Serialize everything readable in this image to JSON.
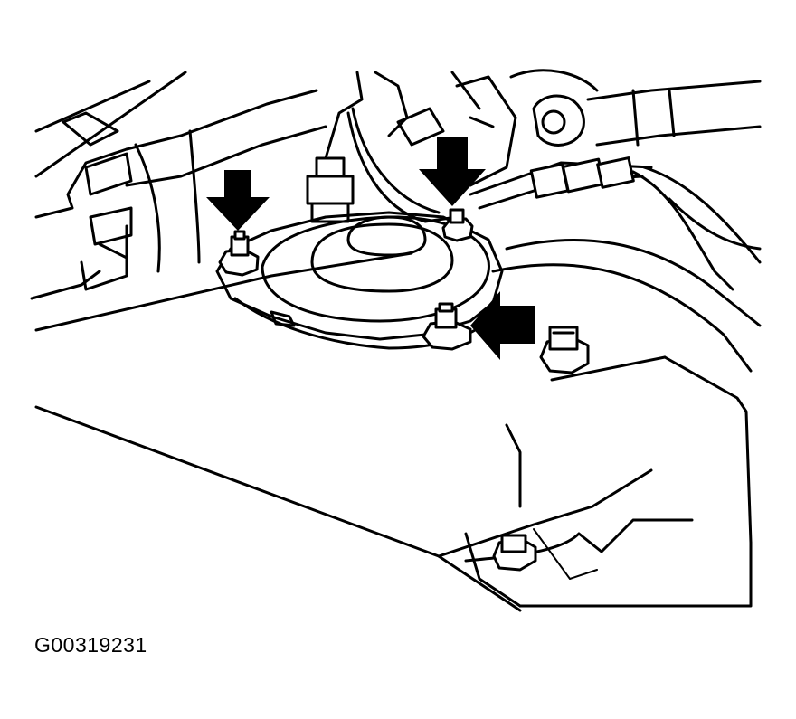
{
  "figure": {
    "id_label": "G00319231"
  },
  "components": {
    "top_mount": "strut-top-mount",
    "mount_nuts": [
      "mount-nut-left",
      "mount-nut-right",
      "mount-nut-front"
    ],
    "arrows": [
      "pointer-arrow-left",
      "pointer-arrow-right",
      "pointer-arrow-front"
    ]
  },
  "colors": {
    "line": "#000000",
    "background": "#ffffff"
  }
}
